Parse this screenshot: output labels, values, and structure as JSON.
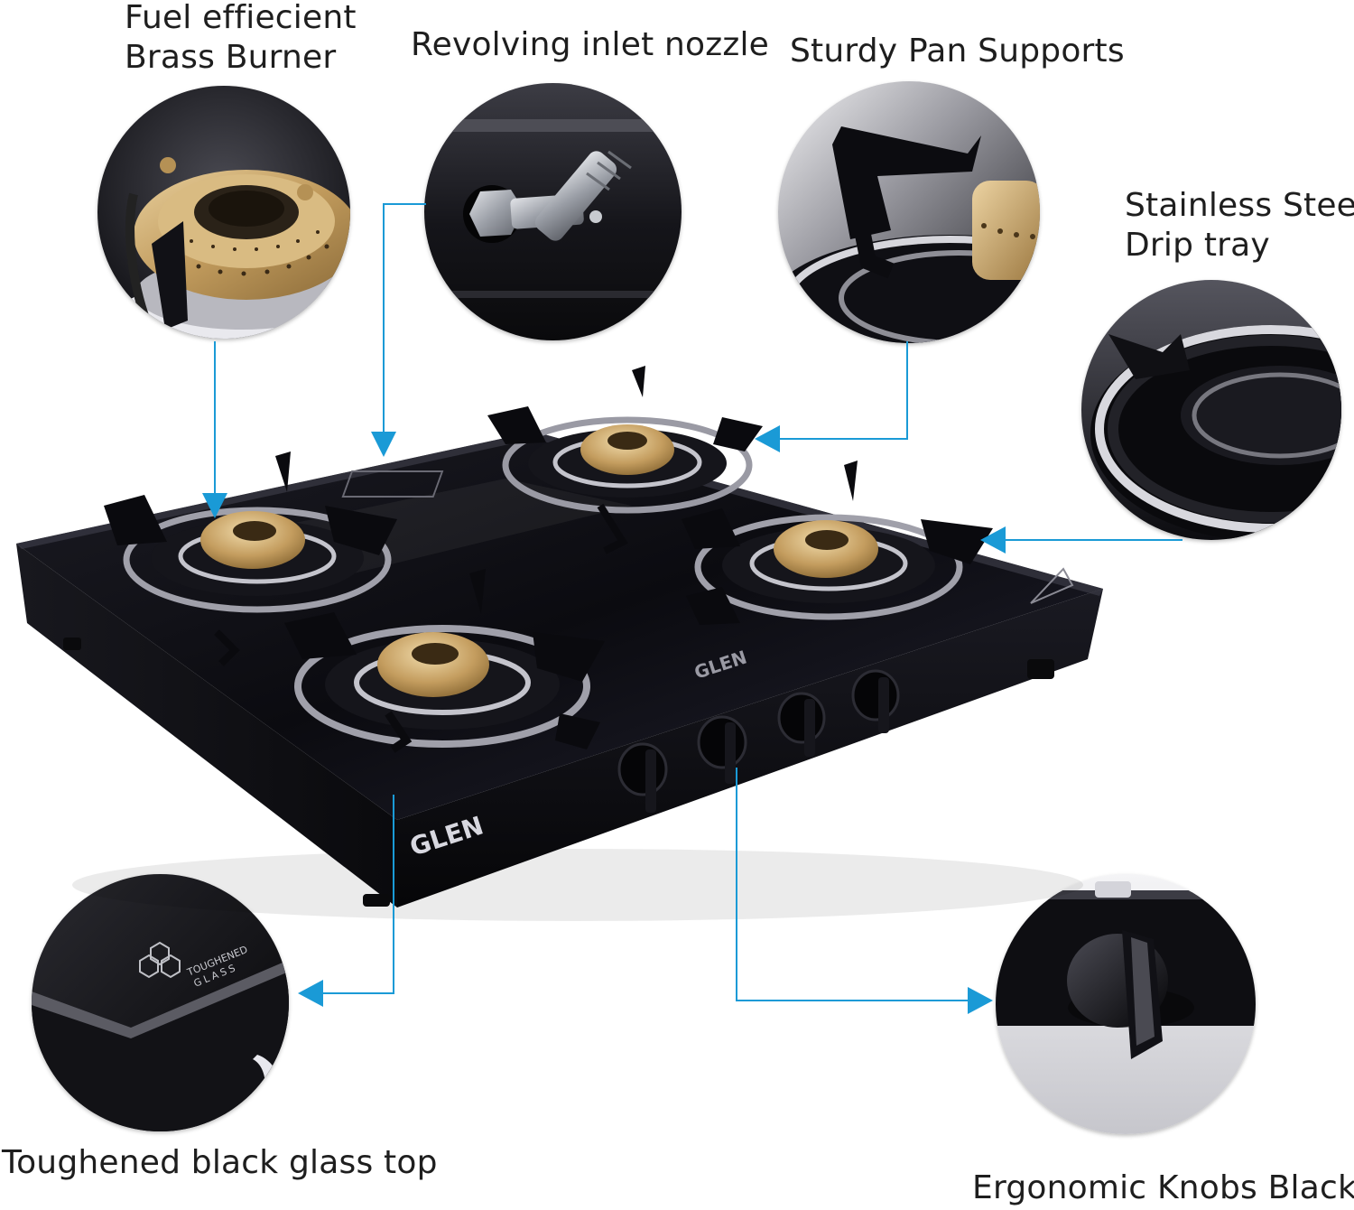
{
  "features": {
    "brass_burner": {
      "line1": "Fuel effiecient",
      "line2": "Brass Burner"
    },
    "inlet_nozzle": {
      "line1": "Revolving inlet nozzle"
    },
    "pan_supports": {
      "line1": "Sturdy Pan Supports"
    },
    "drip_tray": {
      "line1": "Stainless Steel",
      "line2": "Drip tray"
    },
    "glass_top": {
      "line1": "Toughened black glass top"
    },
    "knobs": {
      "line1": "Ergonomic Knobs Black"
    }
  },
  "product": {
    "brand_front": "GLEN",
    "brand_top": "GLEN",
    "glass_badge_line1": "TOUGHENED",
    "glass_badge_line2": "GLASS"
  },
  "colors": {
    "connector": "#1a9ad6",
    "glass": "#0d0d12",
    "brass": "#c9a66b",
    "text": "#1e1e1e"
  }
}
